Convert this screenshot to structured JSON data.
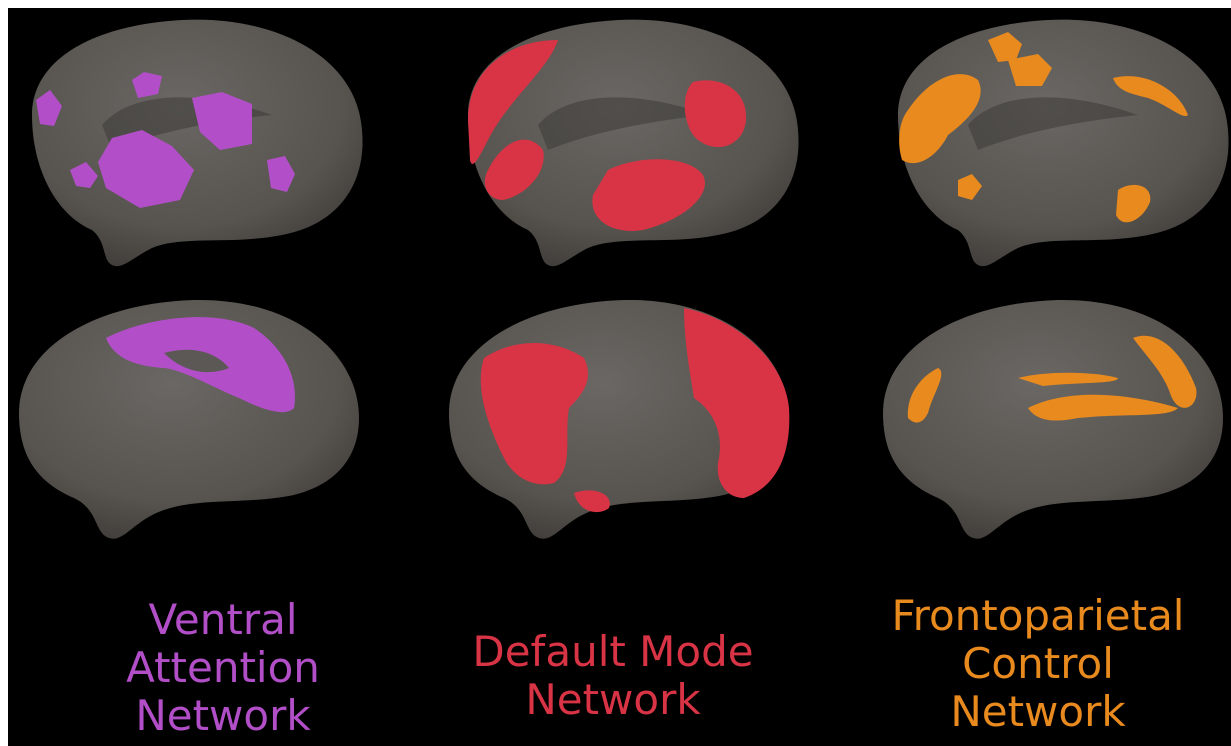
{
  "colors": {
    "background": "#000000",
    "surface": "#5b5855",
    "ventral": "#b24fc8",
    "default_mode": "#d93445",
    "frontoparietal": "#e88a1e"
  },
  "networks": [
    {
      "id": "ventral",
      "color": "#b24fc8",
      "lines": [
        "Ventral",
        "Attention",
        "Network"
      ]
    },
    {
      "id": "default_mode",
      "color": "#d93445",
      "lines": [
        "Default Mode",
        "Network"
      ]
    },
    {
      "id": "frontoparietal",
      "color": "#e88a1e",
      "lines": [
        "Frontoparietal",
        "Control",
        "Network"
      ]
    }
  ]
}
